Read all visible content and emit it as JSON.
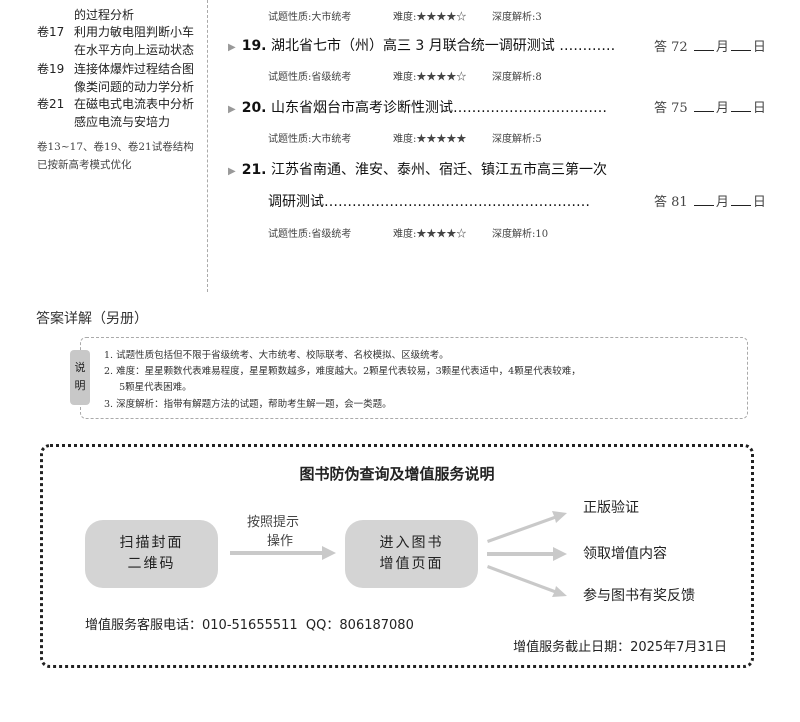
{
  "left_column": {
    "items": [
      {
        "num": "",
        "lines": [
          "的过程分析"
        ]
      },
      {
        "num": "卷17",
        "lines": [
          "利用力敏电阻判断小车",
          "在水平方向上运动状态"
        ]
      },
      {
        "num": "卷19",
        "lines": [
          "连接体爆炸过程结合图",
          "像类问题的动力学分析"
        ]
      },
      {
        "num": "卷21",
        "lines": [
          "在磁电式电流表中分析",
          "感应电流与安培力"
        ]
      }
    ],
    "note": [
      "卷13~17、卷19、卷21试卷结构",
      "已按新高考模式优化"
    ]
  },
  "entries": [
    {
      "meta": {
        "nature": "试题性质:大市统考",
        "difficulty": "难度:★★★★☆",
        "depth": "深度解析:3"
      }
    },
    {
      "num": "19.",
      "title": "湖北省七市（州）高三 3 月联合统一调研测试",
      "dots": "…………",
      "answer": "答 72",
      "month": "月",
      "day": "日",
      "meta": {
        "nature": "试题性质:省级统考",
        "difficulty": "难度:★★★★☆",
        "depth": "深度解析:8"
      }
    },
    {
      "num": "20.",
      "title": "山东省烟台市高考诊断性测试",
      "dots": "……………………………",
      "answer": "答 75",
      "month": "月",
      "day": "日",
      "meta": {
        "nature": "试题性质:大市统考",
        "difficulty": "难度:★★★★★",
        "depth": "深度解析:5"
      }
    },
    {
      "num": "21.",
      "title": "江苏省南通、淮安、泰州、宿迁、镇江五市高三第一次",
      "title2": "调研测试",
      "dots": "…………………………………………………",
      "answer": "答 81",
      "month": "月",
      "day": "日",
      "meta": {
        "nature": "试题性质:省级统考",
        "difficulty": "难度:★★★★☆",
        "depth": "深度解析:10"
      }
    }
  ],
  "answer_heading": "答案详解（另册）",
  "notes": {
    "tag": "说明",
    "lines": [
      "1.  试题性质包括但不限于省级统考、大市统考、校际联考、名校模拟、区级统考。",
      "2.  难度：星星颗数代表难易程度，星星颗数越多，难度越大。2颗星代表较易，3颗星代表适中，4颗星代表较难，",
      "     5颗星代表困难。",
      "3.  深度解析：指带有解题方法的试题，帮助考生解一题，会一类题。"
    ]
  },
  "service": {
    "title": "图书防伪查询及增值服务说明",
    "step1": [
      "扫描封面",
      "二维码"
    ],
    "hint": [
      "按照提示",
      "操作"
    ],
    "step2": [
      "进入图书",
      "增值页面"
    ],
    "outcomes": [
      "正版验证",
      "领取增值内容",
      "参与图书有奖反馈"
    ],
    "phone": "增值服务客服电话：010-51655511  QQ：806187080",
    "deadline": "增值服务截止日期：2025年7月31日"
  }
}
